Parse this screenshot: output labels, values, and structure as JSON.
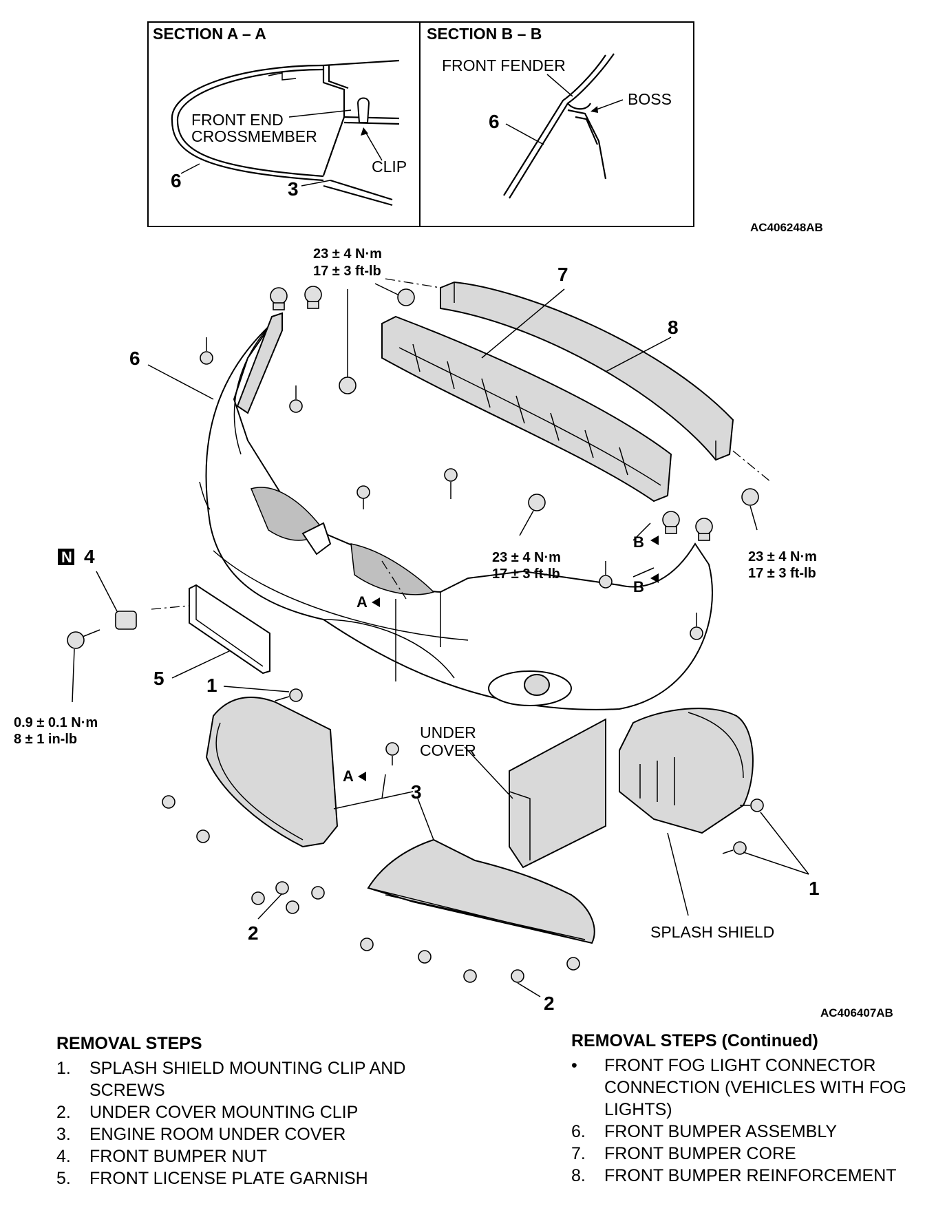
{
  "section_a": {
    "title": "SECTION A – A",
    "crossmember_line1": "FRONT END",
    "crossmember_line2": "CROSSMEMBER",
    "clip": "CLIP",
    "num_6": "6",
    "num_3": "3"
  },
  "section_b": {
    "title": "SECTION B – B",
    "front_fender": "FRONT FENDER",
    "boss": "BOSS",
    "num_6": "6"
  },
  "codes": {
    "top": "AC406248AB",
    "bottom": "AC406407AB"
  },
  "torque": {
    "main_nm": "23 ± 4 N·m",
    "main_ftlb": "17 ± 3 ft-lb",
    "small_nm": "0.9 ± 0.1 N·m",
    "small_inlb": "8 ± 1 in-lb"
  },
  "labels": {
    "n_box": "N",
    "under_cover_1": "UNDER",
    "under_cover_2": "COVER",
    "splash_shield": "SPLASH SHIELD",
    "a": "A",
    "b": "B"
  },
  "numbers": {
    "n1": "1",
    "n2": "2",
    "n3": "3",
    "n4": "4",
    "n5": "5",
    "n6": "6",
    "n7": "7",
    "n8": "8"
  },
  "removal_steps": {
    "title": "REMOVAL STEPS",
    "items": [
      {
        "num": "1.",
        "text": "SPLASH SHIELD MOUNTING CLIP AND SCREWS"
      },
      {
        "num": "2.",
        "text": "UNDER COVER MOUNTING CLIP"
      },
      {
        "num": "3.",
        "text": "ENGINE ROOM UNDER COVER"
      },
      {
        "num": "4.",
        "text": "FRONT BUMPER NUT"
      },
      {
        "num": "5.",
        "text": "FRONT LICENSE PLATE GARNISH"
      }
    ]
  },
  "removal_steps_continued": {
    "title": "REMOVAL STEPS (Continued)",
    "items": [
      {
        "num": "•",
        "text": "FRONT FOG LIGHT CONNECTOR CONNECTION (VEHICLES WITH FOG LIGHTS)"
      },
      {
        "num": "6.",
        "text": "FRONT BUMPER ASSEMBLY"
      },
      {
        "num": "7.",
        "text": "FRONT BUMPER CORE"
      },
      {
        "num": "8.",
        "text": "FRONT BUMPER REINFORCEMENT"
      }
    ]
  }
}
